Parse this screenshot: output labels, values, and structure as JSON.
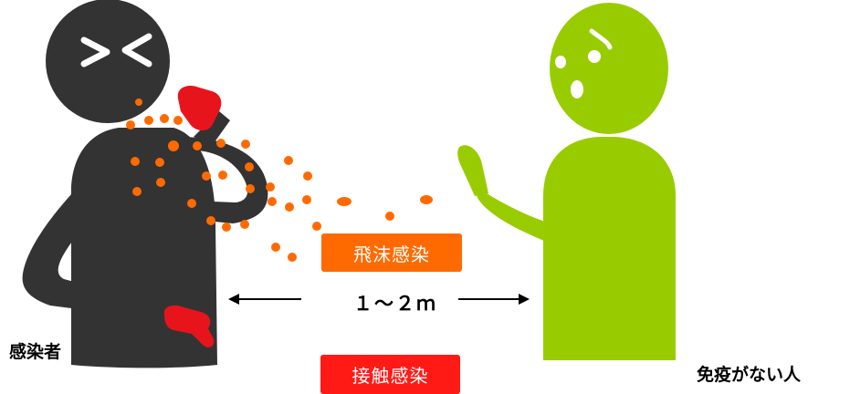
{
  "labels": {
    "droplet_infection": "飛沫感染",
    "contact_infection": "接触感染",
    "distance": "１～２ｍ",
    "infected_person": "感染者",
    "non_immune_person": "免疫がない人"
  },
  "colors": {
    "infected_body": "#333333",
    "glove": "#e8141c",
    "droplet": "#ff6a00",
    "non_immune_body": "#99cc00",
    "droplet_pill": "#ff6a00",
    "contact_pill": "#ff1a16"
  },
  "icons": {
    "infected_figure": "sneezing-person-icon",
    "non_immune_figure": "surprised-person-icon",
    "droplets": "droplet-spray-icon",
    "distance_arrows": "double-arrow-icon"
  }
}
